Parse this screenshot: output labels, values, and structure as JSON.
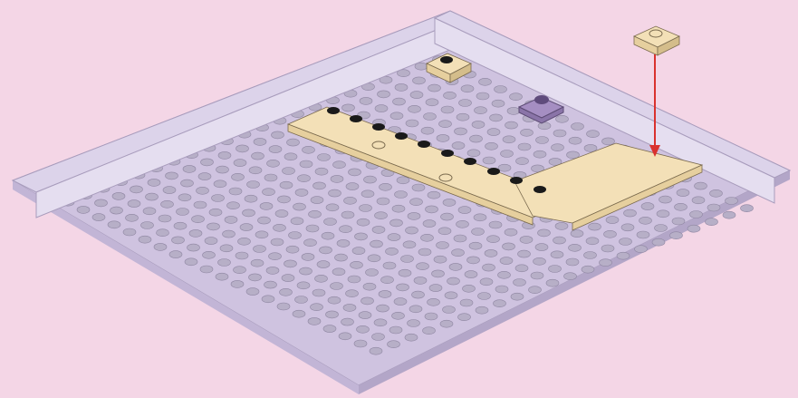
{
  "scene": {
    "background": "#f4d6e6",
    "baseplate_color": "#cfc3e0",
    "stud_color": "#b7afc7",
    "wall_color": "#dcd3ea",
    "tan_color": "#f3e0b7",
    "dark_stud_color": "#1a1a1a",
    "purple_brick_color": "#a58ec2",
    "arrow_color": "#d9312e"
  },
  "parts": {
    "baseplate": "lavender-baseplate",
    "walls": "lavender-wall-bricks",
    "floor_plates": [
      "tan-plate-long",
      "tan-plate-short",
      "tan-l-corner-plate"
    ],
    "loose_tiles": [
      "tan-1x2-plate-top",
      "tan-1x2-plate-falling",
      "purple-1x1-round-brick"
    ],
    "indicator": "placement-arrow"
  }
}
